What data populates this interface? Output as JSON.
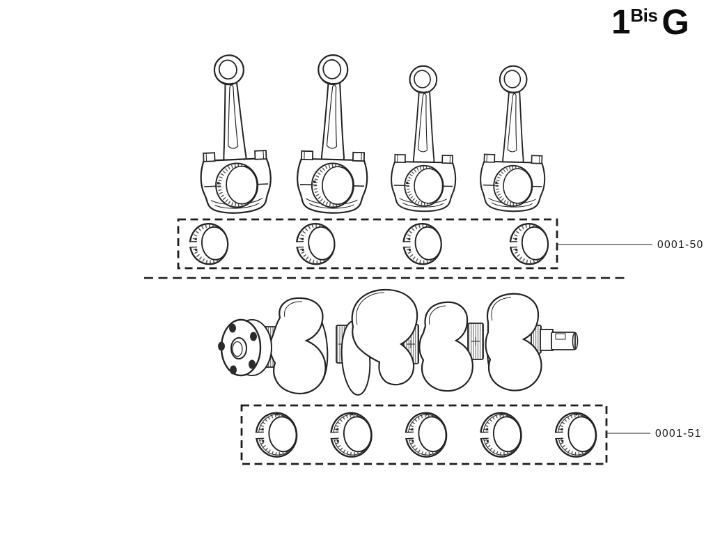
{
  "page": {
    "background": "#ffffff",
    "ink_color": "#232323",
    "leader_color": "#4a4a4a"
  },
  "plate": {
    "code_number": "1",
    "code_sup": "Bis",
    "code_letter": "G"
  },
  "callouts": [
    {
      "id": "rod-bearings-group",
      "part_number": "0001-50"
    },
    {
      "id": "main-bearings-group",
      "part_number": "0001-51"
    }
  ],
  "figure": {
    "connecting_rod_count": 4,
    "rod_bearing_count": 4,
    "main_bearing_count": 5
  }
}
